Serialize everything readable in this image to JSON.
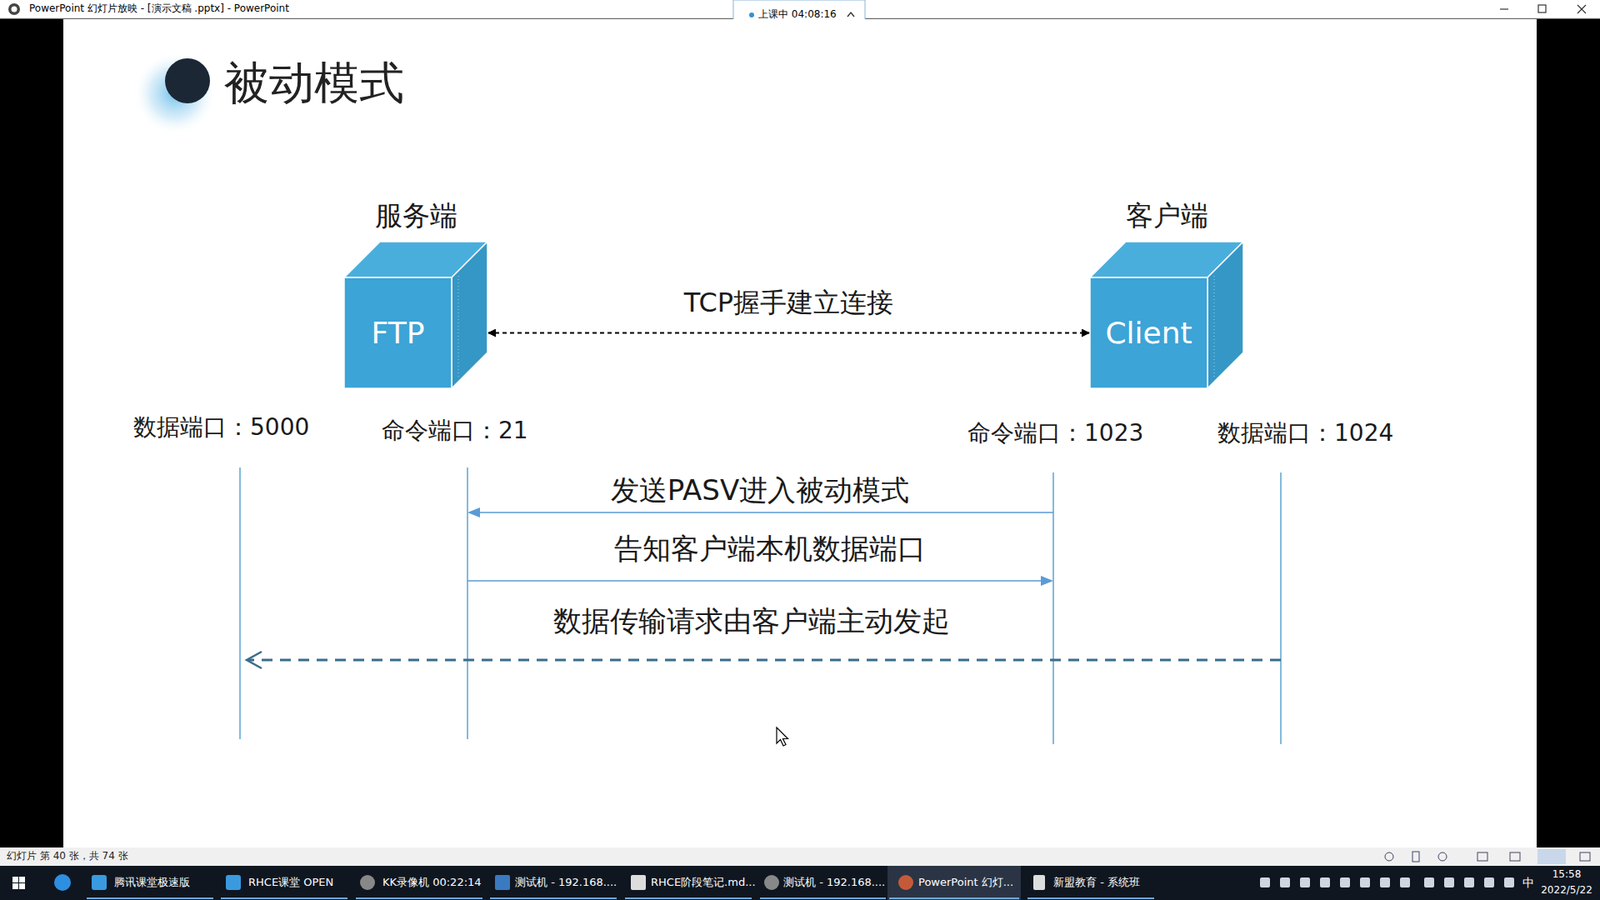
{
  "diagram": {
    "title": "被动模式",
    "nodes": [
      {
        "text": [
          "服务端",
          "FTP"
        ]
      },
      {
        "text": [
          "客户端",
          "Client"
        ]
      }
    ],
    "edges": [
      {
        "from": 0,
        "to": 1,
        "label": "TCP握手建立连接",
        "arrow": "both"
      }
    ],
    "labels": [
      "PowerPoint 幻灯片放映 - [演示文稿 .pptx] - PowerPoint",
      "上课中 04:08:16",
      "数据端口：5000",
      "命令端口：21",
      "命令端口：1023",
      "数据端口：1024",
      "发送PASV进入被动模式",
      "告知客户端本机数据端口",
      "数据传输请求由客户端主动发起",
      "幻灯片 第 40 张，共 74 张",
      "腾讯课堂极速版",
      "RHCE课堂 OPEN",
      "KK录像机 00:22:14",
      "测试机 - 192.168....",
      "RHCE阶段笔记.md...",
      "测试机 - 192.168....",
      "PowerPoint 幻灯...",
      "新盟教育 - 系统班",
      "中",
      "15:58",
      "2022/5/22"
    ]
  }
}
